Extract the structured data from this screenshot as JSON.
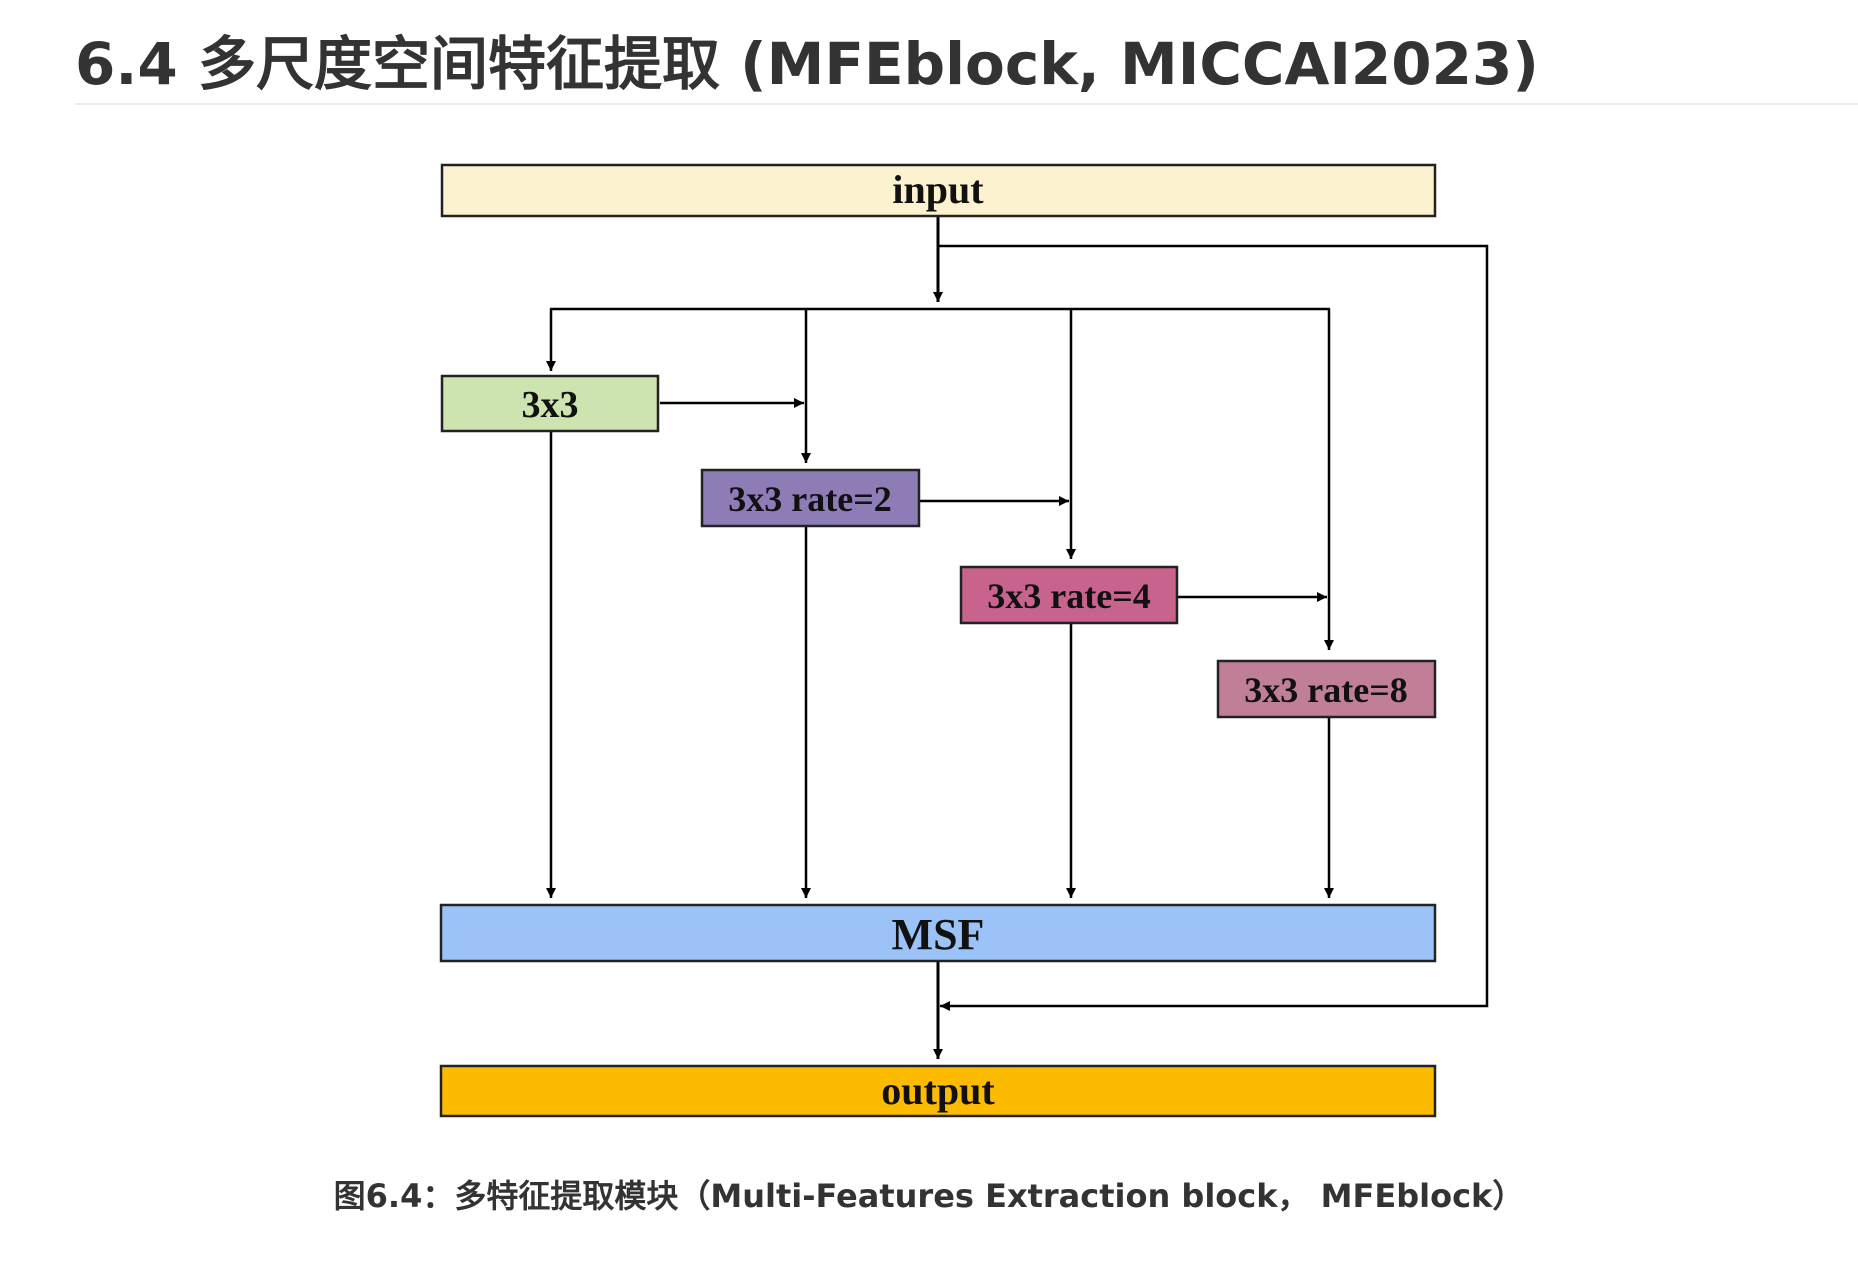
{
  "heading": "6.4 多尺度空间特征提取 (MFEblock, MICCAI2023)",
  "diagram": {
    "input_label": "input",
    "conv1_label": "3x3",
    "conv2_label": "3x3 rate=2",
    "conv3_label": "3x3 rate=4",
    "conv4_label": "3x3 rate=8",
    "msf_label": "MSF",
    "output_label": "output",
    "colors": {
      "input": "#fdf2cf",
      "conv1": "#cde3b0",
      "conv2": "#8e7cb7",
      "conv3": "#c8638e",
      "conv4": "#c07e98",
      "msf": "#9cc3f7",
      "output": "#fdbb00",
      "line": "#000000"
    }
  },
  "caption": "图6.4：多特征提取模块（Multi-Features Extraction block， MFEblock）"
}
